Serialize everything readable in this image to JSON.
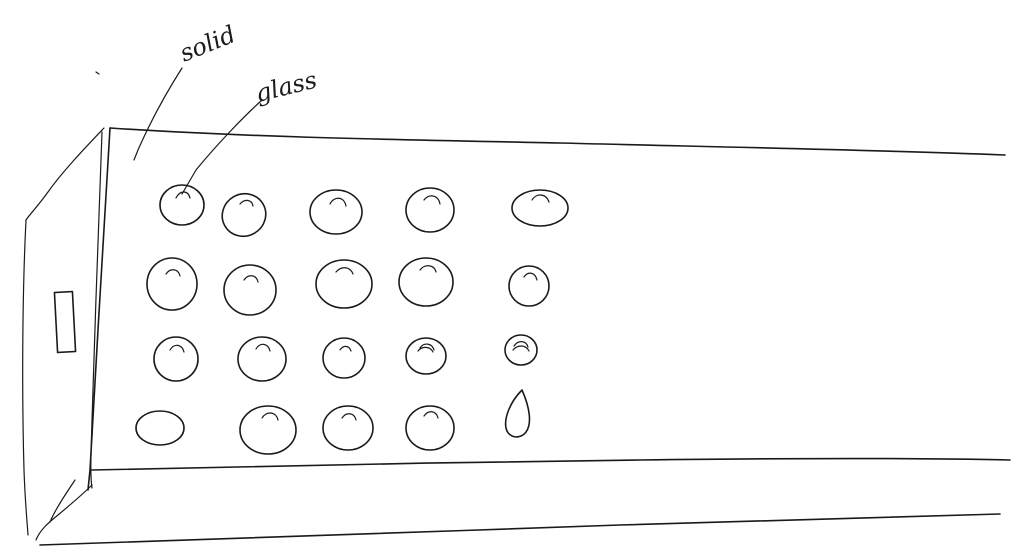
{
  "labels": {
    "solid": "solid",
    "glass": "glass"
  },
  "grid": {
    "rows": 4,
    "columns": 5
  }
}
